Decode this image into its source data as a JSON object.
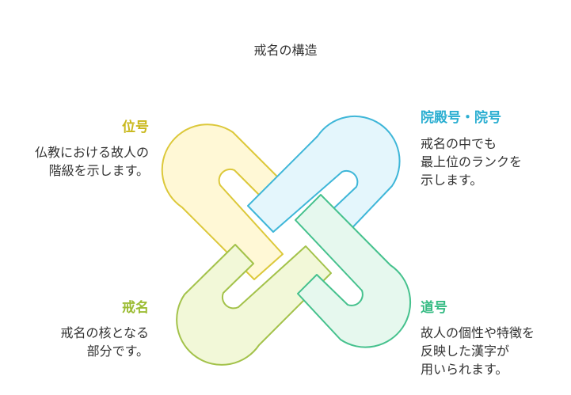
{
  "title": "戒名の構造",
  "sections": {
    "top_left": {
      "heading": "位号",
      "description": "仏教における故人の\n階級を示します。",
      "color": "#c9b81c"
    },
    "top_right": {
      "heading": "院殿号・院号",
      "description": "戒名の中でも\n最上位のランクを\n示します。",
      "color": "#2aaed1"
    },
    "bottom_left": {
      "heading": "戒名",
      "description": "戒名の核となる\n部分です。",
      "color": "#9cbc34"
    },
    "bottom_right": {
      "heading": "道号",
      "description": "故人の個性や特徴を\n反映した漢字が\n用いられます。",
      "color": "#35bb83"
    }
  }
}
